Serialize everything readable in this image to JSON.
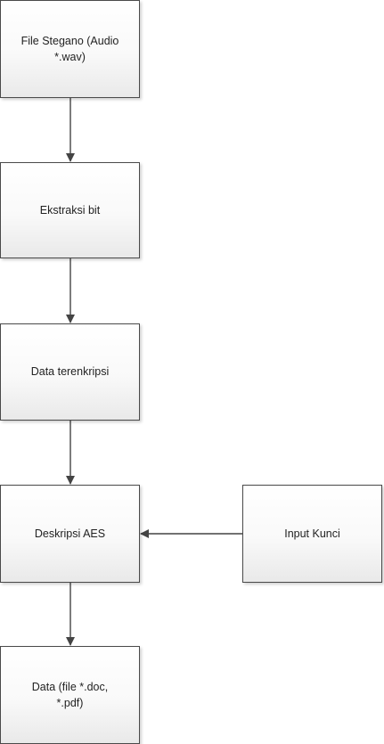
{
  "nodes": {
    "file_stegano": "File Stegano (Audio\n*.wav)",
    "ekstraksi_bit": "Ekstraksi bit",
    "data_terenkripsi": "Data terenkripsi",
    "deskripsi_aes": "Deskripsi AES",
    "input_kunci": "Input Kunci",
    "data_output": "Data (file *.doc,\n*.pdf)"
  },
  "edges": [
    {
      "from": "file_stegano",
      "to": "ekstraksi_bit"
    },
    {
      "from": "ekstraksi_bit",
      "to": "data_terenkripsi"
    },
    {
      "from": "data_terenkripsi",
      "to": "deskripsi_aes"
    },
    {
      "from": "input_kunci",
      "to": "deskripsi_aes"
    },
    {
      "from": "deskripsi_aes",
      "to": "data_output"
    }
  ],
  "colors": {
    "border": "#4a4a4a",
    "arrow": "#444444",
    "text": "#222222"
  }
}
